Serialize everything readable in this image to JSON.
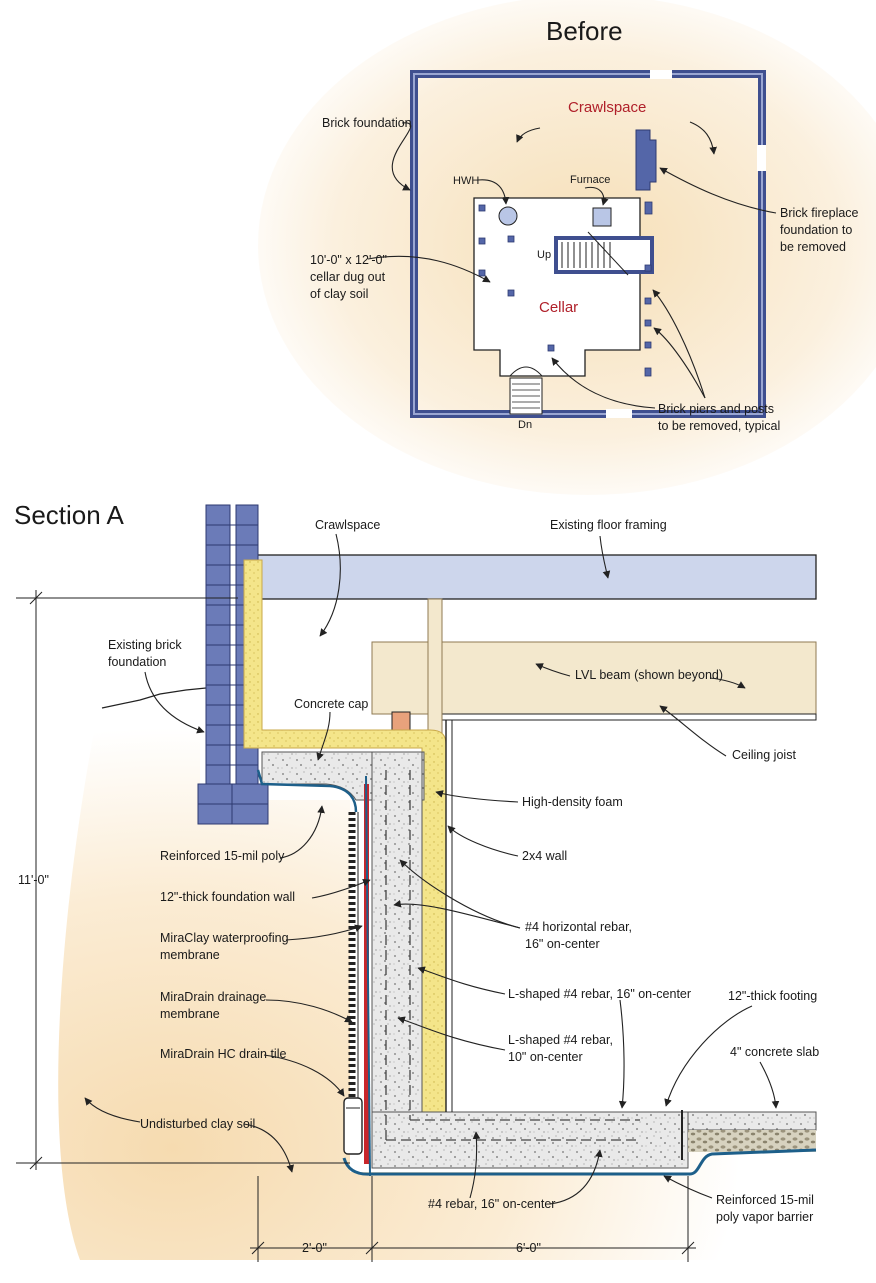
{
  "plan": {
    "title": "Before",
    "labels": {
      "crawlspace": "Crawlspace",
      "cellar": "Cellar",
      "brick_foundation": "Brick foundation",
      "hwh": "HWH",
      "furnace": "Furnace",
      "up": "Up",
      "dn": "Dn",
      "cellar_dug_1": "10'-0\" x 12'-0\"",
      "cellar_dug_2": "cellar dug out",
      "cellar_dug_3": "of clay soil",
      "fireplace_1": "Brick  fireplace",
      "fireplace_2": "foundation   to",
      "fireplace_3": "be removed",
      "piers_1": "Brick piers and posts",
      "piers_2": "to be removed, typical"
    }
  },
  "section": {
    "title": "Section A",
    "labels": {
      "crawlspace": "Crawlspace",
      "existing_floor_framing": "Existing floor framing",
      "existing_brick_1": "Existing brick",
      "existing_brick_2": "foundation",
      "concrete_cap": "Concrete cap",
      "lvl_beam": "LVL beam (shown beyond)",
      "ceiling_joist": "Ceiling joist",
      "high_density_foam": "High-density foam",
      "two_by_four_wall": "2x4 wall",
      "reinforced_poly": "Reinforced 15-mil poly",
      "foundation_wall": "12\"-thick foundation wall",
      "miraclay_1": "MiraClay waterproofing",
      "miraclay_2": "membrane",
      "horizontal_rebar_1": "#4 horizontal rebar,",
      "horizontal_rebar_2": "16\" on-center",
      "miradrain_1": "MiraDrain drainage",
      "miradrain_2": "membrane",
      "l_rebar_16": "L-shaped #4 rebar,  16\" on-center",
      "footing": "12\"-thick footing",
      "l_rebar_10_1": "L-shaped #4 rebar,",
      "l_rebar_10_2": "10\" on-center",
      "drain_tile": "MiraDrain HC drain tile",
      "slab": "4\"  concrete slab",
      "clay_soil": "Undisturbed clay soil",
      "rebar_16": "#4 rebar,  16\" on-center",
      "vapor_1": "Reinforced 15-mil",
      "vapor_2": "poly vapor barrier"
    },
    "dimensions": {
      "height": "11'-0\"",
      "left_width": "2'-0\"",
      "footing_width": "6'-0\""
    }
  }
}
